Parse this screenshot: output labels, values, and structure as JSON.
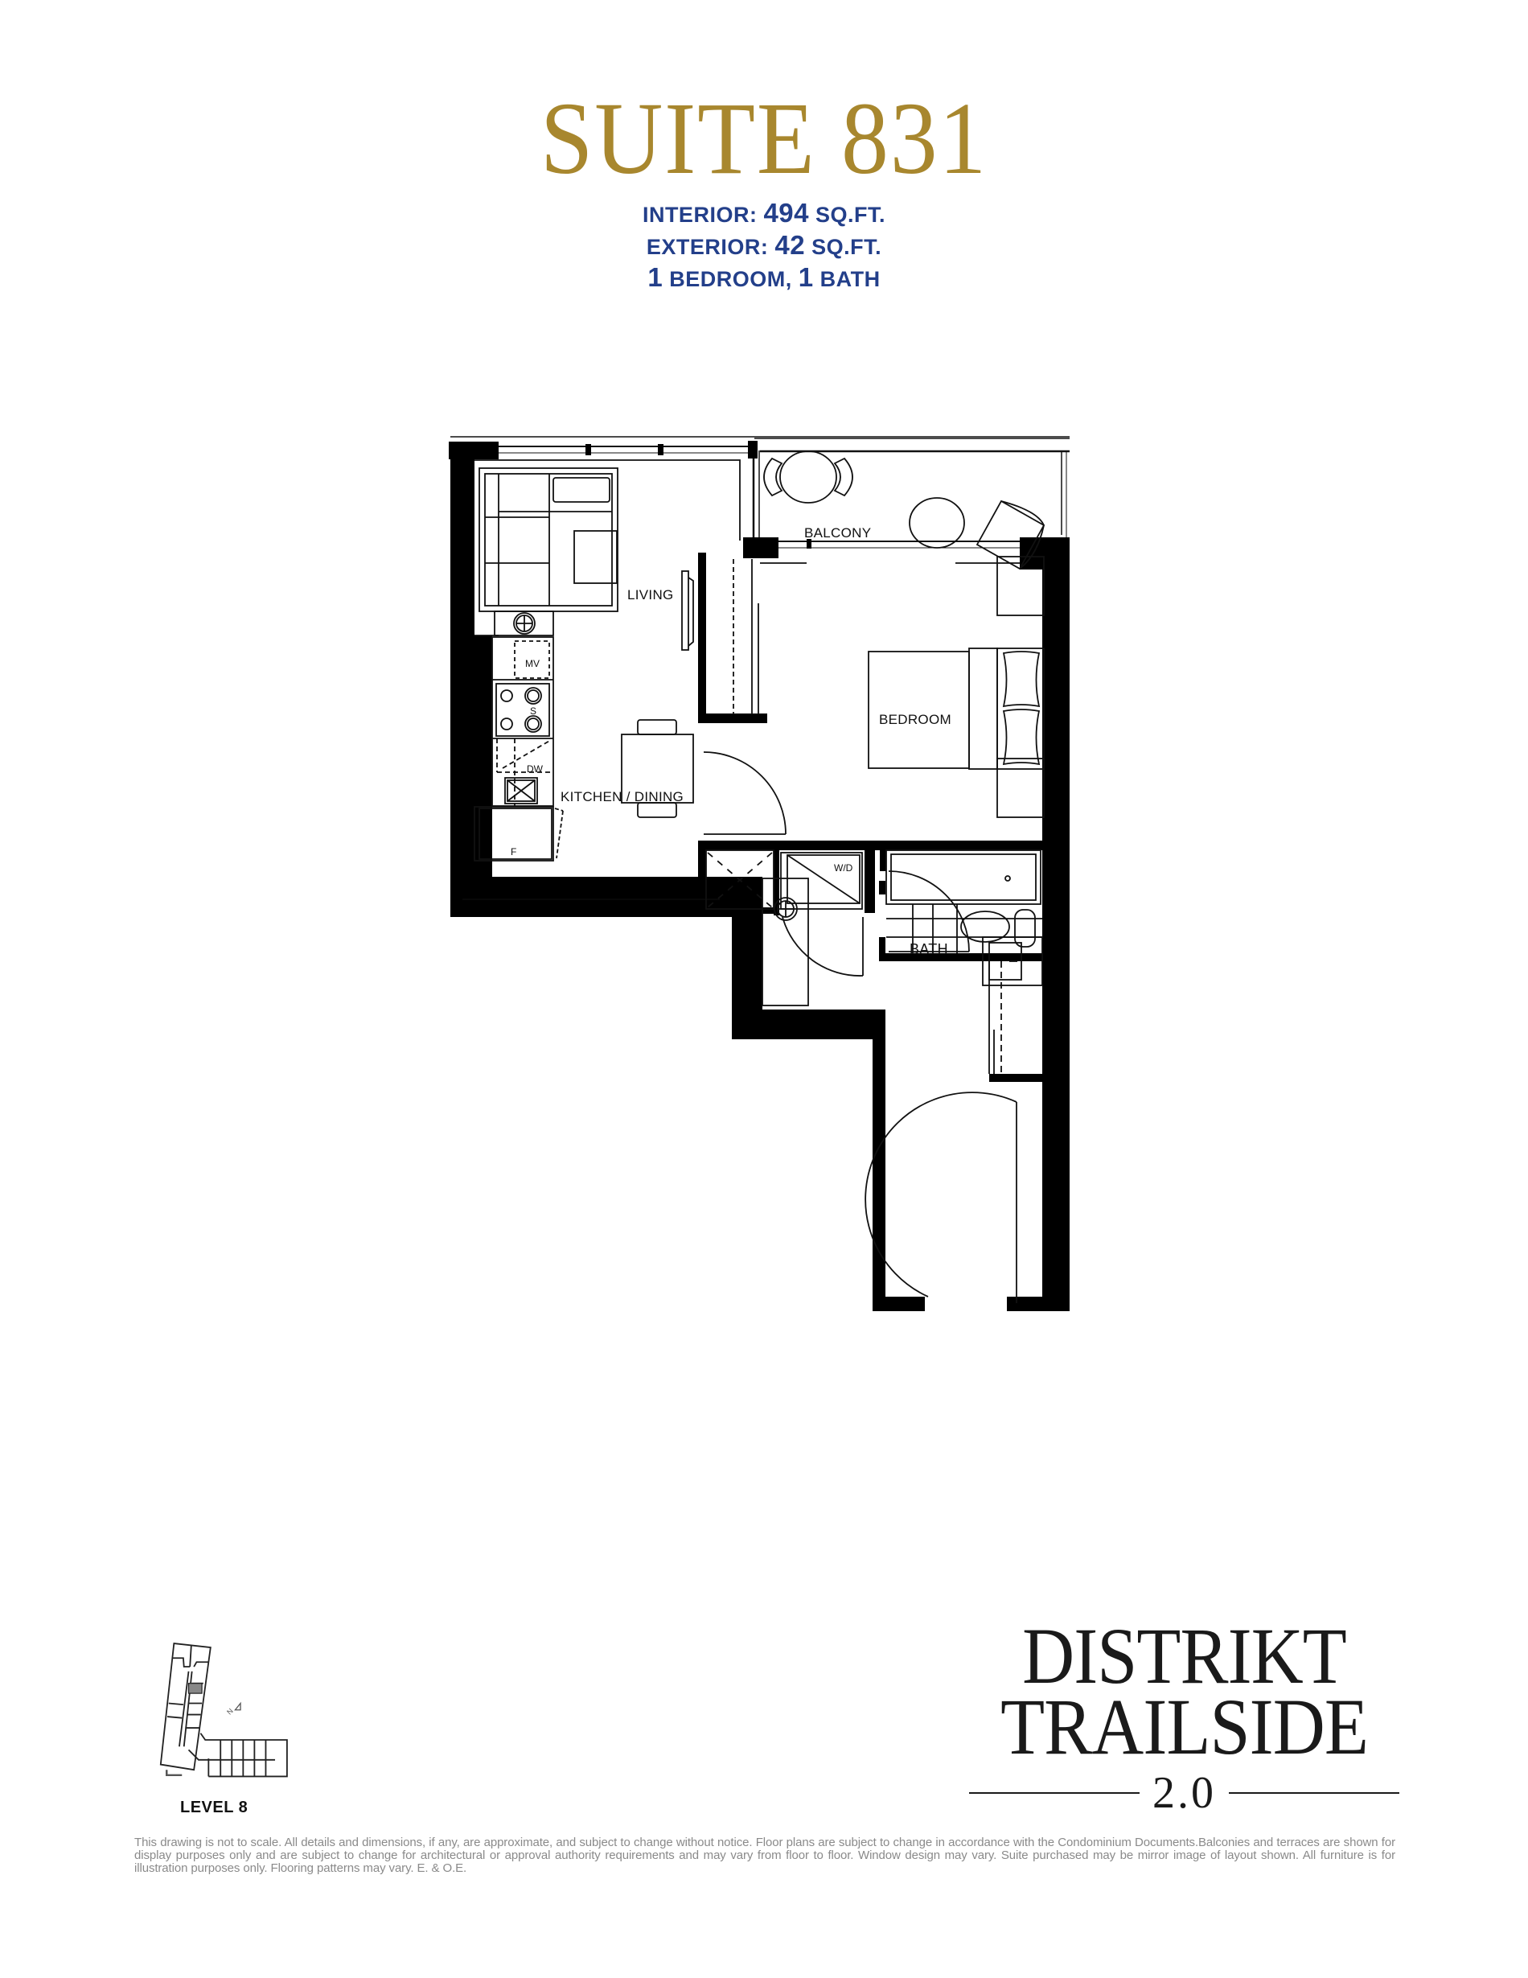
{
  "header": {
    "title": "SUITE 831",
    "title_color": "#A8872E",
    "specs_color": "#233F8A",
    "interior": {
      "label": "INTERIOR:",
      "value": "494",
      "unit": "SQ.FT."
    },
    "exterior": {
      "label": "EXTERIOR:",
      "value": "42",
      "unit": "SQ.FT."
    },
    "rooms": {
      "bedrooms_num": "1",
      "bedrooms_label": "BEDROOM,",
      "baths_num": "1",
      "baths_label": "BATH"
    }
  },
  "floor_plan": {
    "rooms": {
      "balcony": "BALCONY",
      "living": "LIVING",
      "bedroom": "BEDROOM",
      "kitchen_dining": "KITCHEN / DINING",
      "bath": "BATH"
    },
    "appliances": {
      "microwave": "MV",
      "stove": "S",
      "dishwasher": "DW",
      "fridge": "F",
      "washer_dryer": "W/D"
    }
  },
  "keyplan": {
    "level_label": "LEVEL 8",
    "highlight_color": "#888888",
    "north_arrow": "north-arrow-icon"
  },
  "logo": {
    "line1": "DISTRIKT",
    "line2": "TRAILSIDE",
    "version": "2.0"
  },
  "disclaimer": "This drawing is not to scale. All details and dimensions, if any, are approximate, and subject to change without notice. Floor plans are subject to change in accordance with the Condominium Documents.Balconies and terraces are shown for display purposes only and are subject to change for architectural or approval authority requirements and may vary from floor to floor. Window design may vary. Suite purchased may be mirror image of layout shown. All furniture is for illustration purposes only. Flooring patterns may vary. E. & O.E."
}
